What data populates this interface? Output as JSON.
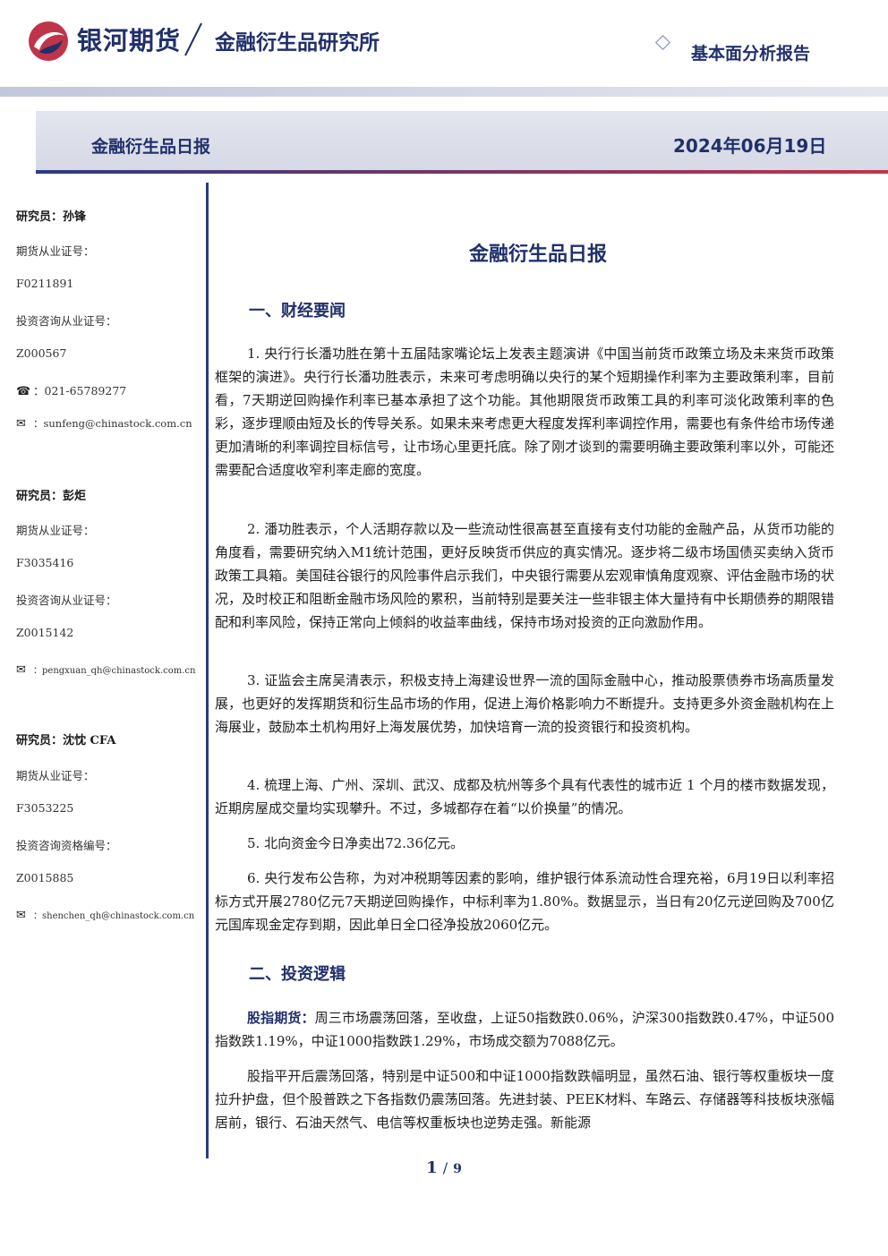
{
  "header": {
    "brand_name": "银河期货",
    "institute_name": "金融衍生品研究所",
    "report_type": "基本面分析报告",
    "colors": {
      "navy": "#21306b",
      "red": "#c0344a",
      "band": "#d6d9e6"
    }
  },
  "banner": {
    "title": "金融衍生品日报",
    "date": "2024年06月19日"
  },
  "sidebar": {
    "researchers": [
      {
        "name": "研究员：孙锋",
        "cert1_label": "期货从业证号：",
        "cert1_value": "F0211891",
        "cert2_label": "投资咨询从业证号：",
        "cert2_value": "Z000567",
        "phone": "021-65789277",
        "email": "sunfeng@chinastock.com.cn"
      },
      {
        "name": "研究员：彭炬",
        "cert1_label": "期货从业证号：",
        "cert1_value": "F3035416",
        "cert2_label": "投资咨询从业证号：",
        "cert2_value": "Z0015142",
        "email": "pengxuan_qh@chinastock.com.cn"
      },
      {
        "name": "研究员：沈忱 CFA",
        "cert1_label": "期货从业证号：",
        "cert1_value": "F3053225",
        "cert2_label": "投资咨询资格编号：",
        "cert2_value": "Z0015885",
        "email": "shenchen_qh@chinastock.com.cn"
      }
    ],
    "icons": {
      "phone": "phone-icon",
      "email": "email-icon"
    }
  },
  "main": {
    "title": "金融衍生品日报",
    "section1": {
      "heading": "一、财经要闻",
      "items": [
        "1. 央行行长潘功胜在第十五届陆家嘴论坛上发表主题演讲《中国当前货币政策立场及未来货币政策框架的演进》。央行行长潘功胜表示，未来可考虑明确以央行的某个短期操作利率为主要政策利率，目前看，7天期逆回购操作利率已基本承担了这个功能。其他期限货币政策工具的利率可淡化政策利率的色彩，逐步理顺由短及长的传导关系。如果未来考虑更大程度发挥利率调控作用，需要也有条件给市场传递更加清晰的利率调控目标信号，让市场心里更托底。除了刚才谈到的需要明确主要政策利率以外，可能还需要配合适度收窄利率走廊的宽度。",
        "2. 潘功胜表示，个人活期存款以及一些流动性很高甚至直接有支付功能的金融产品，从货币功能的角度看，需要研究纳入M1统计范围，更好反映货币供应的真实情况。逐步将二级市场国债买卖纳入货币政策工具箱。美国硅谷银行的风险事件启示我们，中央银行需要从宏观审慎角度观察、评估金融市场的状况，及时校正和阻断金融市场风险的累积，当前特别是要关注一些非银主体大量持有中长期债券的期限错配和利率风险，保持正常向上倾斜的收益率曲线，保持市场对投资的正向激励作用。",
        "3. 证监会主席吴清表示，积极支持上海建设世界一流的国际金融中心，推动股票债券市场高质量发展，也更好的发挥期货和衍生品市场的作用，促进上海价格影响力不断提升。支持更多外资金融机构在上海展业，鼓励本土机构用好上海发展优势，加快培育一流的投资银行和投资机构。",
        "4. 梳理上海、广州、深圳、武汉、成都及杭州等多个具有代表性的城市近 1 个月的楼市数据发现，近期房屋成交量均实现攀升。不过，多城都存在着“以价换量”的情况。",
        "5. 北向资金今日净卖出72.36亿元。",
        "6. 央行发布公告称，为对冲税期等因素的影响，维护银行体系流动性合理充裕，6月19日以利率招标方式开展2780亿元7天期逆回购操作，中标利率为1.80%。数据显示，当日有20亿元逆回购及700亿元国库现金定存到期，因此单日全口径净投放2060亿元。"
      ]
    },
    "section2": {
      "heading": "二、投资逻辑",
      "lead_label": "股指期货：",
      "lead_text": "周三市场震荡回落，至收盘，上证50指数跌0.06%，沪深300指数跌0.47%，中证500指数跌1.19%，中证1000指数跌1.29%，市场成交额为7088亿元。",
      "para2": "股指平开后震荡回落，特别是中证500和中证1000指数跌幅明显，虽然石油、银行等权重板块一度拉升护盘，但个股普跌之下各指数仍震荡回落。先进封装、PEEK材料、车路云、存储器等科技板块涨幅居前，银行、石油天然气、电信等权重板块也逆势走强。新能源"
    }
  },
  "footer": {
    "page_current": "1",
    "page_separator": "/",
    "page_total": "9"
  }
}
